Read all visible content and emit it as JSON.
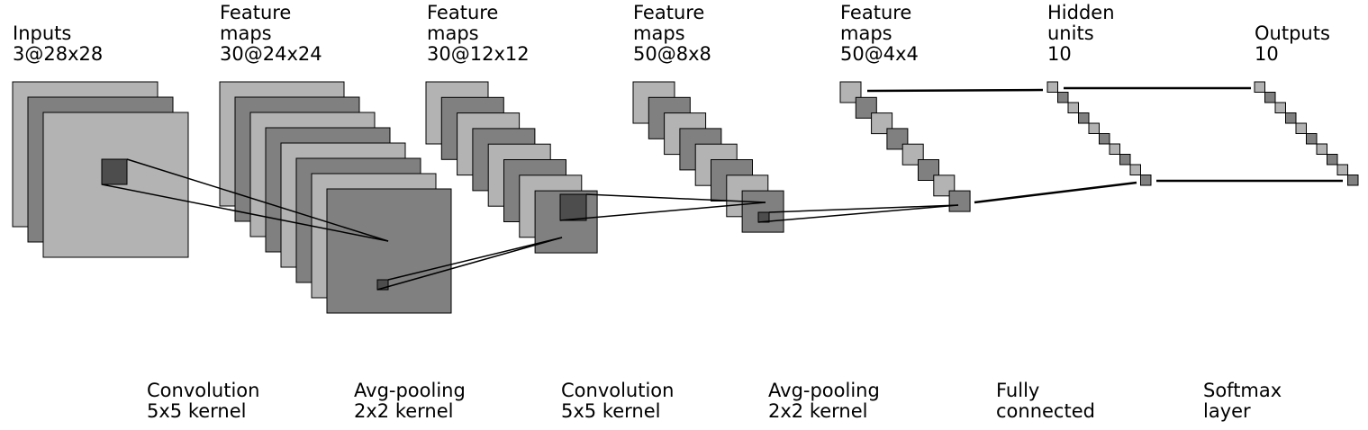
{
  "layers": [
    {
      "label_lines": [
        "Inputs",
        "3@28x28"
      ]
    },
    {
      "label_lines": [
        "Feature",
        "maps",
        "30@24x24"
      ]
    },
    {
      "label_lines": [
        "Feature",
        "maps",
        "30@12x12"
      ]
    },
    {
      "label_lines": [
        "Feature",
        "maps",
        "50@8x8"
      ]
    },
    {
      "label_lines": [
        "Feature",
        "maps",
        "50@4x4"
      ]
    },
    {
      "label_lines": [
        "Hidden",
        "units",
        "10"
      ]
    },
    {
      "label_lines": [
        "Outputs",
        "10"
      ]
    }
  ],
  "operations": [
    {
      "label_lines": [
        "Convolution",
        "5x5 kernel"
      ]
    },
    {
      "label_lines": [
        "Avg-pooling",
        "2x2 kernel"
      ]
    },
    {
      "label_lines": [
        "Convolution",
        "5x5 kernel"
      ]
    },
    {
      "label_lines": [
        "Avg-pooling",
        "2x2 kernel"
      ]
    },
    {
      "label_lines": [
        "Fully",
        "connected"
      ]
    },
    {
      "label_lines": [
        "Softmax",
        "layer"
      ]
    }
  ],
  "colors": {
    "light": "#b3b3b3",
    "dark": "#808080",
    "patch": "#4d4d4d",
    "stroke": "#000000"
  }
}
